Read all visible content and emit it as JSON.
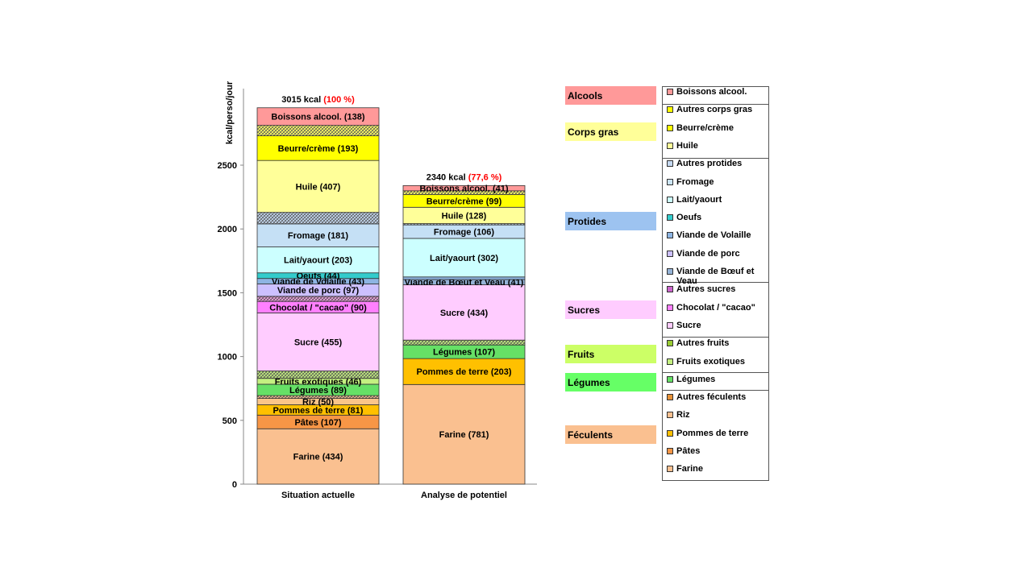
{
  "chart_data": {
    "type": "bar",
    "stacked": true,
    "ylabel": "kcal/perso/jour",
    "ylim": [
      0,
      3100
    ],
    "yticks": [
      0,
      500,
      1000,
      1500,
      2000,
      2500
    ],
    "grid": false,
    "categories": [
      "Situation actuelle",
      "Analyse de potentiel"
    ],
    "totals": [
      {
        "value": "3015 kcal",
        "pct": "(100 %)"
      },
      {
        "value": "2340 kcal",
        "pct": "(77,6 %)"
      }
    ],
    "series": [
      {
        "name": "Farine",
        "color": "#FAC090",
        "values": [
          434,
          781
        ],
        "labels": [
          "Farine (434)",
          "Farine (781)"
        ]
      },
      {
        "name": "Pâtes",
        "color": "#F79646",
        "values": [
          107,
          0
        ],
        "labels": [
          "Pâtes (107)",
          ""
        ]
      },
      {
        "name": "Pommes de terre",
        "color": "#FFC000",
        "values": [
          81,
          203
        ],
        "labels": [
          "Pommes de terre (81)",
          "Pommes de terre (203)"
        ]
      },
      {
        "name": "Riz",
        "color": "#FAC58A",
        "values": [
          50,
          0
        ],
        "labels": [
          "Riz (50)",
          ""
        ]
      },
      {
        "name": "Autres féculents",
        "color": "#FAC090",
        "pattern": true,
        "values": [
          22,
          0
        ],
        "labels": [
          "",
          ""
        ]
      },
      {
        "name": "Légumes",
        "color": "#66E066",
        "values": [
          89,
          107
        ],
        "labels": [
          "Légumes (89)",
          "Légumes (107)"
        ]
      },
      {
        "name": "Fruits exotiques",
        "color": "#C4F080",
        "values": [
          46,
          0
        ],
        "labels": [
          "Fruits exotiques (46)",
          ""
        ]
      },
      {
        "name": "Autres fruits",
        "color": "#C4F080",
        "pattern": true,
        "values": [
          58,
          38
        ],
        "labels": [
          "",
          ""
        ]
      },
      {
        "name": "Sucre",
        "color": "#FFCCFF",
        "values": [
          455,
          434
        ],
        "labels": [
          "Sucre (455)",
          "Sucre (434)"
        ]
      },
      {
        "name": "Chocolat / \"cacao\"",
        "color": "#FF80FF",
        "values": [
          90,
          0
        ],
        "labels": [
          "Chocolat / \"cacao\" (90)",
          ""
        ]
      },
      {
        "name": "Autres sucres",
        "color": "#F0A0E0",
        "pattern": true,
        "values": [
          40,
          0
        ],
        "labels": [
          "",
          ""
        ]
      },
      {
        "name": "Viande de Bœuf et Veau",
        "color": "#95B3D7",
        "values": [
          0,
          41
        ],
        "labels": [
          "",
          "Viande de Bœuf et Veau (41)"
        ]
      },
      {
        "name": "Viande de porc",
        "color": "#CCC0FF",
        "values": [
          97,
          0
        ],
        "labels": [
          "Viande de porc (97)",
          ""
        ]
      },
      {
        "name": "Viande de Volaille",
        "color": "#8DB4E2",
        "values": [
          43,
          20
        ],
        "labels": [
          "Viande de Volaille (43)",
          ""
        ]
      },
      {
        "name": "Oeufs",
        "color": "#33CCCC",
        "values": [
          44,
          0
        ],
        "labels": [
          "Oeufs (44)",
          ""
        ]
      },
      {
        "name": "Lait/yaourt",
        "color": "#CCFFFF",
        "values": [
          203,
          302
        ],
        "labels": [
          "Lait/yaourt (203)",
          "Lait/yaourt (302)"
        ]
      },
      {
        "name": "Fromage",
        "color": "#C5E0F5",
        "values": [
          181,
          106
        ],
        "labels": [
          "Fromage (181)",
          "Fromage (106)"
        ]
      },
      {
        "name": "Autres protides",
        "color": "#C5D9F1",
        "pattern": true,
        "values": [
          90,
          10
        ],
        "labels": [
          "",
          ""
        ]
      },
      {
        "name": "Huile",
        "color": "#FFFF99",
        "values": [
          407,
          128
        ],
        "labels": [
          "Huile (407)",
          "Huile (128)"
        ]
      },
      {
        "name": "Beurre/crème",
        "color": "#FFFF00",
        "values": [
          193,
          99
        ],
        "labels": [
          "Beurre/crème (193)",
          "Beurre/crème (99)"
        ]
      },
      {
        "name": "Autres corps gras",
        "color": "#FFFF66",
        "pattern": true,
        "values": [
          82,
          30
        ],
        "labels": [
          "",
          ""
        ]
      },
      {
        "name": "Boissons alcool.",
        "color": "#FF9999",
        "values": [
          138,
          41
        ],
        "labels": [
          "Boissons alcool. (138)",
          "Boissons alcool. (41)"
        ]
      }
    ],
    "groups": [
      {
        "name": "Alcools",
        "color": "#FF9999"
      },
      {
        "name": "Corps gras",
        "color": "#FFFF99"
      },
      {
        "name": "Protides",
        "color": "#9DC3F0"
      },
      {
        "name": "Sucres",
        "color": "#FFCCFF"
      },
      {
        "name": "Fruits",
        "color": "#CCFF66"
      },
      {
        "name": "Légumes",
        "color": "#66FF66"
      },
      {
        "name": "Féculents",
        "color": "#FAC090"
      }
    ],
    "legend": [
      {
        "name": "Boissons alcool.",
        "color": "#FF9999"
      },
      {
        "name": "Autres corps gras",
        "color": "#FFFF00"
      },
      {
        "name": "Beurre/crème",
        "color": "#FFFF00"
      },
      {
        "name": "Huile",
        "color": "#FFFF99"
      },
      {
        "name": "Autres protides",
        "color": "#C5D9F1"
      },
      {
        "name": "Fromage",
        "color": "#CCE5F5"
      },
      {
        "name": "Lait/yaourt",
        "color": "#CCFFFF"
      },
      {
        "name": "Oeufs",
        "color": "#33CCCC"
      },
      {
        "name": "Viande de Volaille",
        "color": "#8DB4E2"
      },
      {
        "name": "Viande de porc",
        "color": "#CCC0FF"
      },
      {
        "name": "Viande de Bœuf et Veau",
        "color": "#95B3D7"
      },
      {
        "name": "Autres sucres",
        "color": "#CC66CC"
      },
      {
        "name": "Chocolat / \"cacao\"",
        "color": "#FF80FF"
      },
      {
        "name": "Sucre",
        "color": "#FFCCFF"
      },
      {
        "name": "Autres fruits",
        "color": "#99CC33"
      },
      {
        "name": "Fruits exotiques",
        "color": "#C4F080"
      },
      {
        "name": "Légumes",
        "color": "#66E066"
      },
      {
        "name": "Autres féculents",
        "color": "#E69138"
      },
      {
        "name": "Riz",
        "color": "#FAC090"
      },
      {
        "name": "Pommes de terre",
        "color": "#FFC000"
      },
      {
        "name": "Pâtes",
        "color": "#F79646"
      },
      {
        "name": "Farine",
        "color": "#FAC090"
      }
    ]
  }
}
